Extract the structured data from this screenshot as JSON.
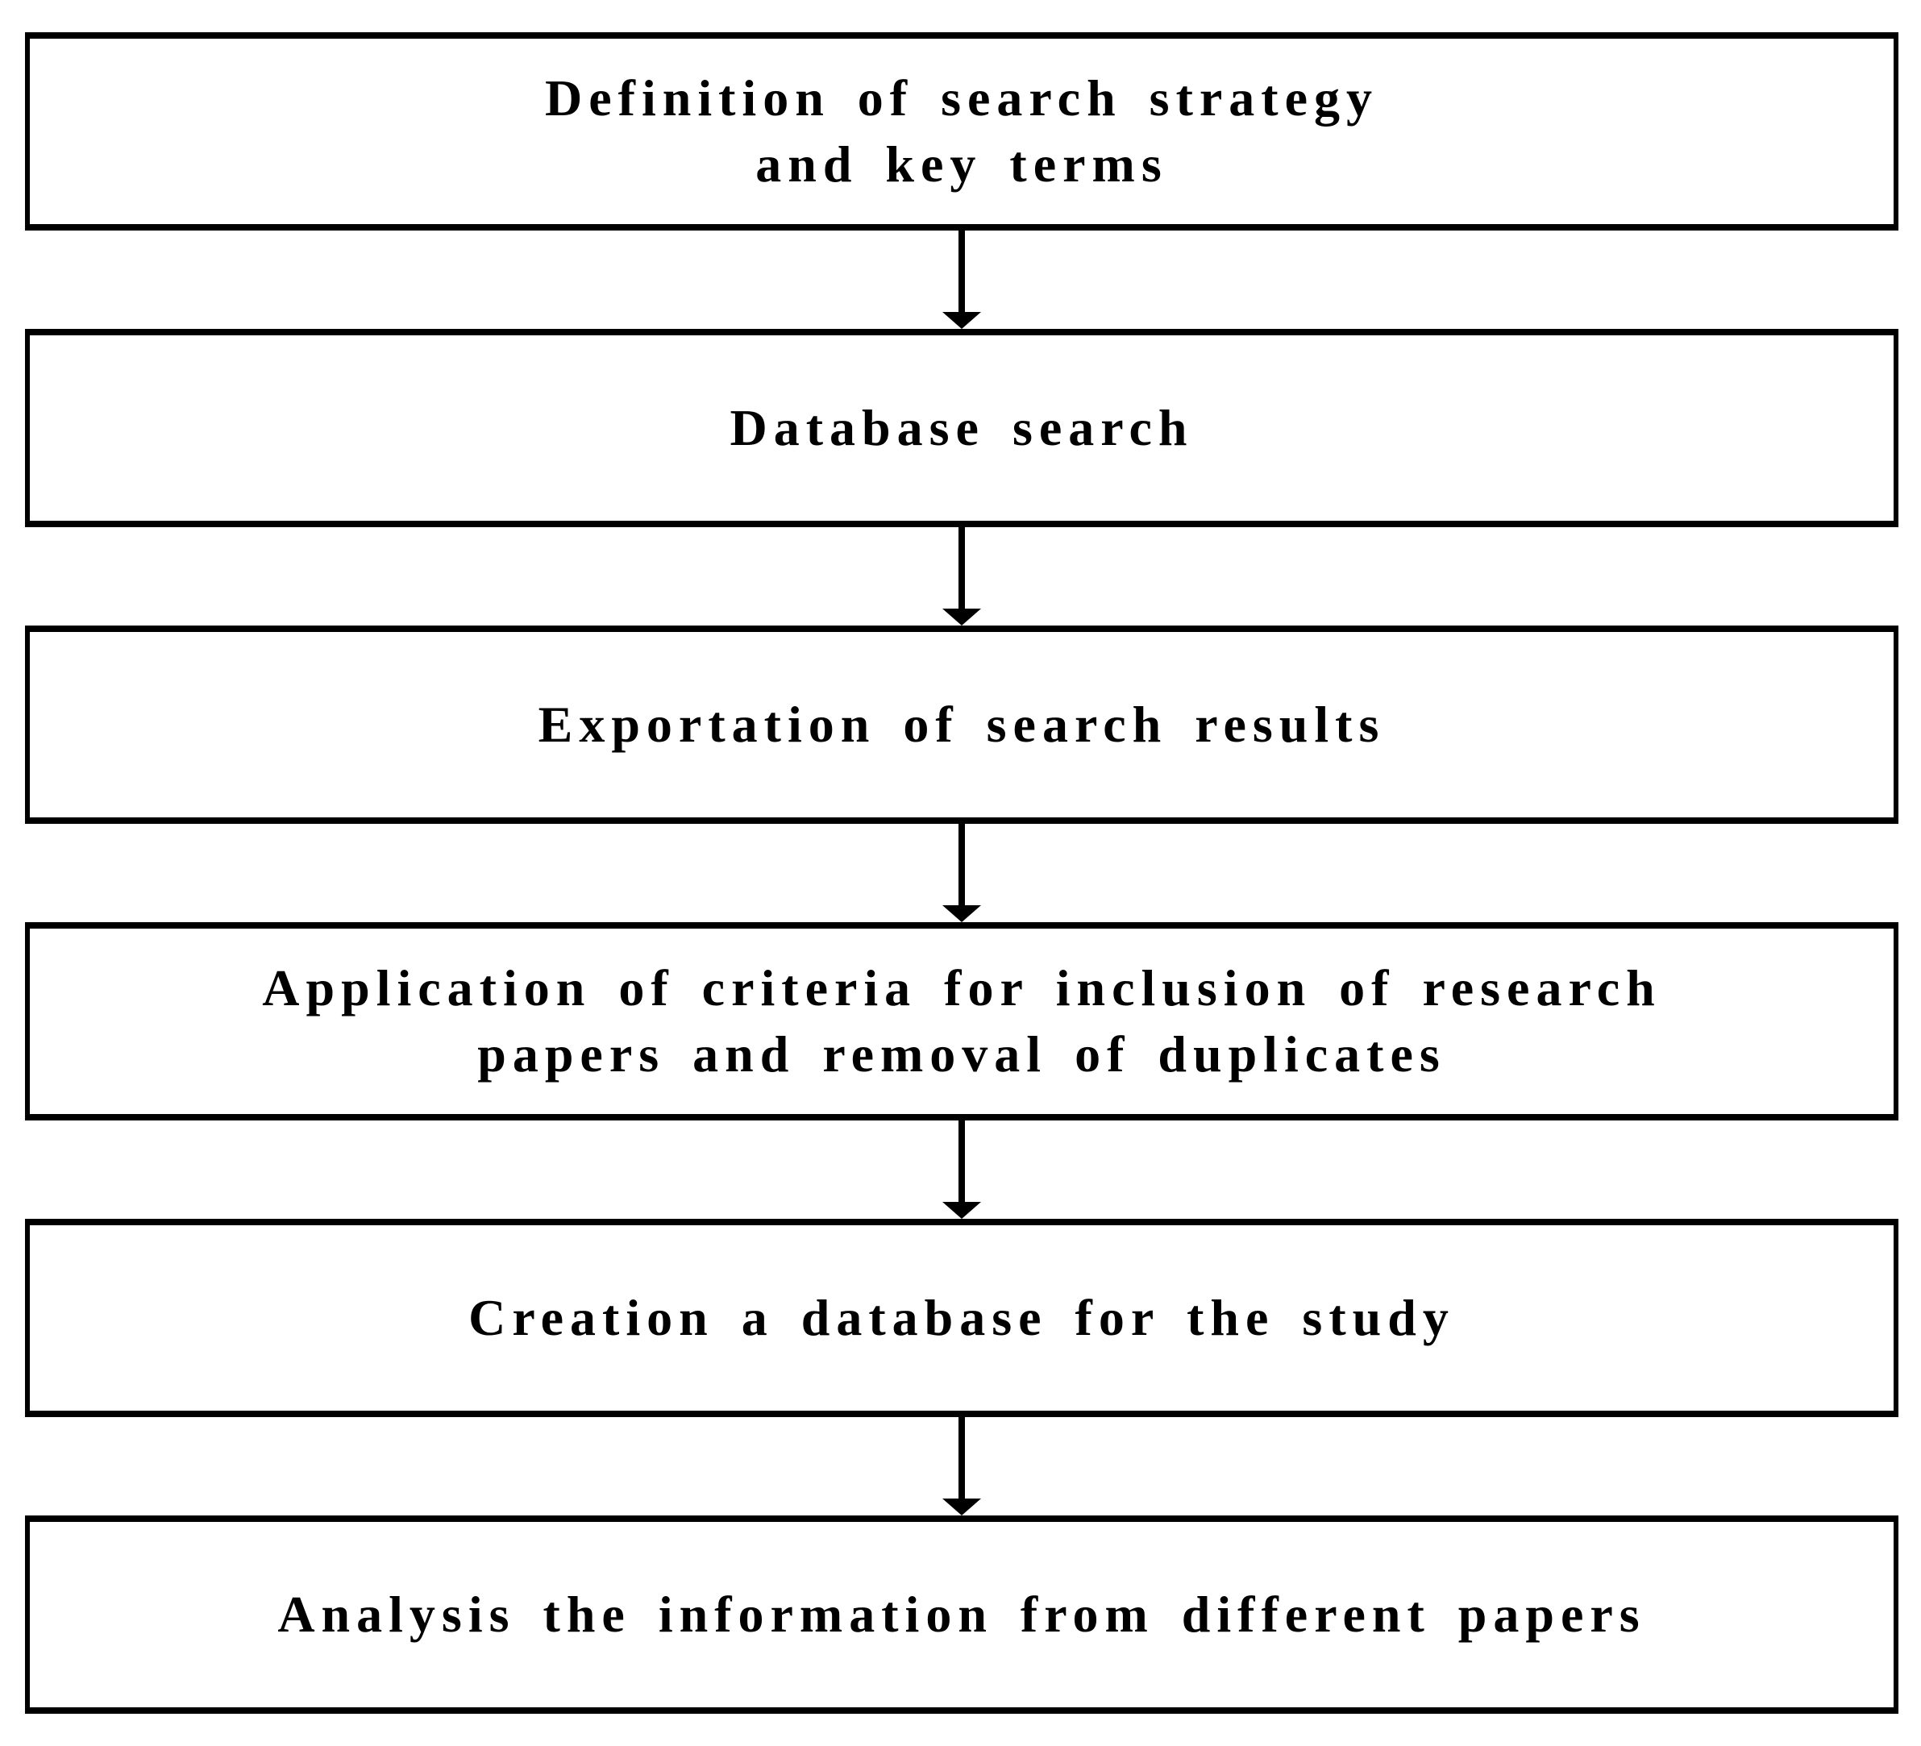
{
  "diagram": {
    "type": "flowchart",
    "direction": "top-down",
    "colors": {
      "box_border": "#000000",
      "box_fill": "#ffffff",
      "text": "#000000",
      "arrow": "#000000",
      "page_background": "#ffffff"
    },
    "connector_icon": "arrow-down-icon",
    "steps": [
      {
        "label": "Definition of search strategy\nand key terms"
      },
      {
        "label": "Database search"
      },
      {
        "label": "Exportation of search results"
      },
      {
        "label": "Application of criteria for inclusion of research\npapers and removal of duplicates"
      },
      {
        "label": "Creation a database for the study"
      },
      {
        "label": "Analysis the information from different papers"
      }
    ]
  }
}
